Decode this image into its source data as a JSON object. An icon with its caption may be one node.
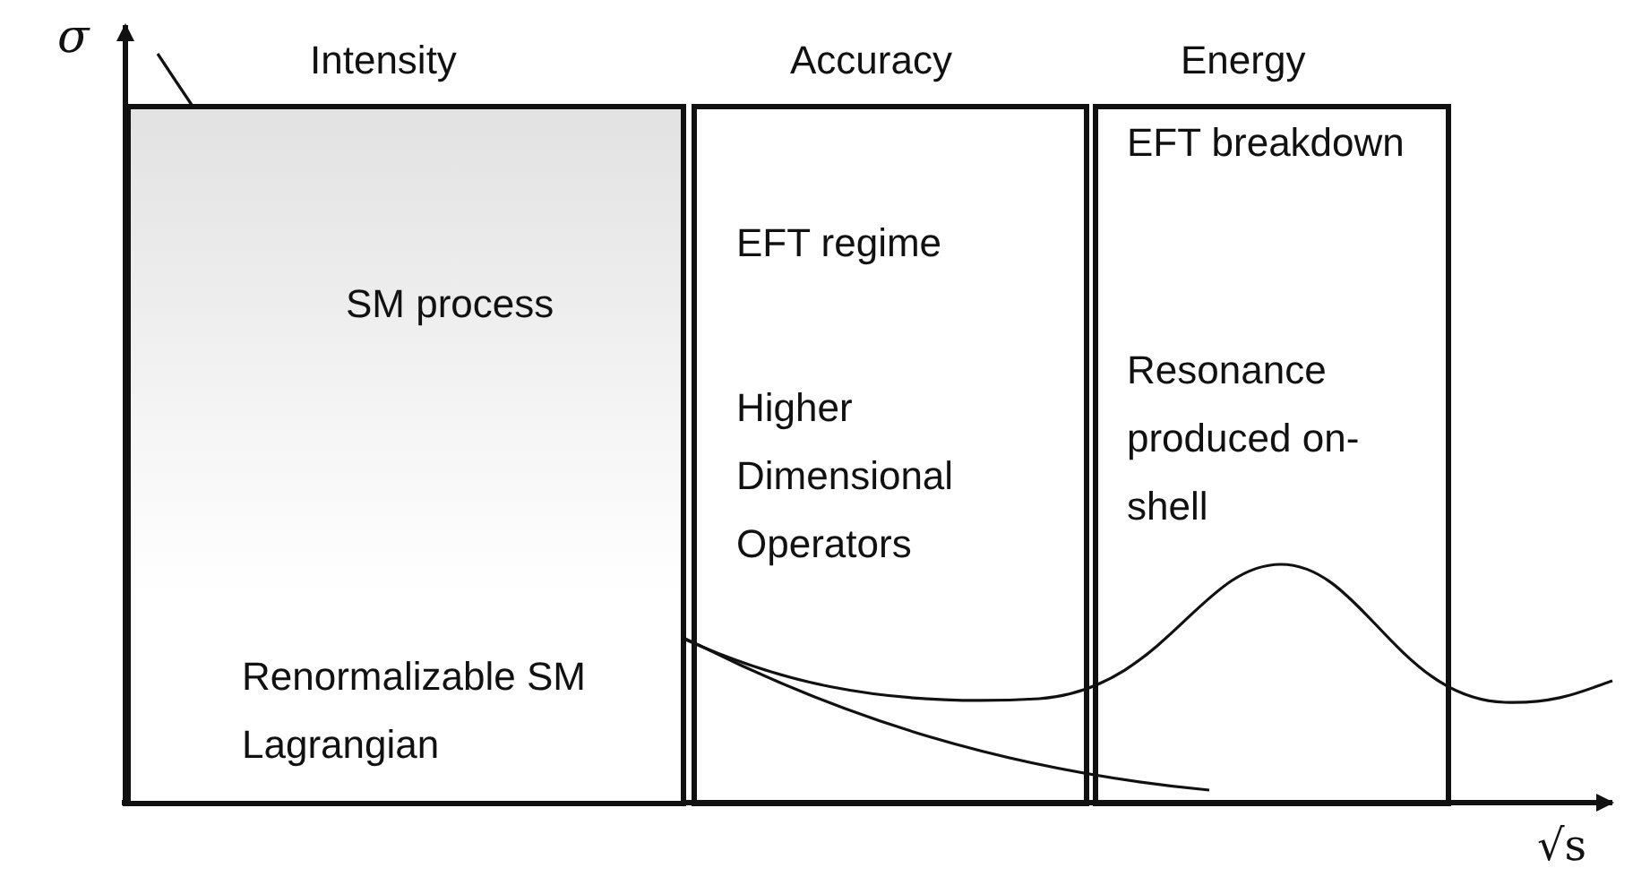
{
  "diagram": {
    "nodes": [
      {
        "text": [
          "Intensity",
          "SM process",
          "Renormalizable SM Lagrangian"
        ]
      },
      {
        "text": [
          "Accuracy",
          "EFT regime",
          "Higher Dimensional Operators"
        ]
      },
      {
        "text": [
          "Energy",
          "EFT breakdown",
          "Resonance produced on-shell"
        ]
      }
    ],
    "labels": [
      "σ",
      "√s"
    ]
  }
}
